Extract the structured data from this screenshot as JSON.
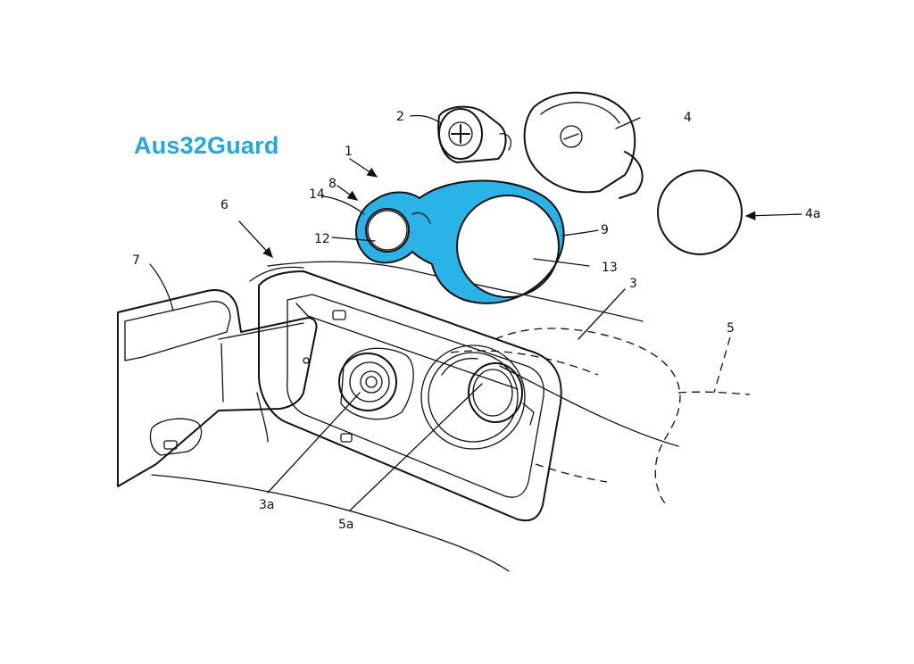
{
  "watermark": "Aus32Guard",
  "highlight_color": "#29b3e6",
  "labels": {
    "l1": "1",
    "l2": "2",
    "l3": "3",
    "l3a": "3a",
    "l4": "4",
    "l4a": "4a",
    "l5": "5",
    "l5a": "5a",
    "l6": "6",
    "l7": "7",
    "l8": "8",
    "l9": "9",
    "l12": "12",
    "l13": "13",
    "l14": "14"
  }
}
